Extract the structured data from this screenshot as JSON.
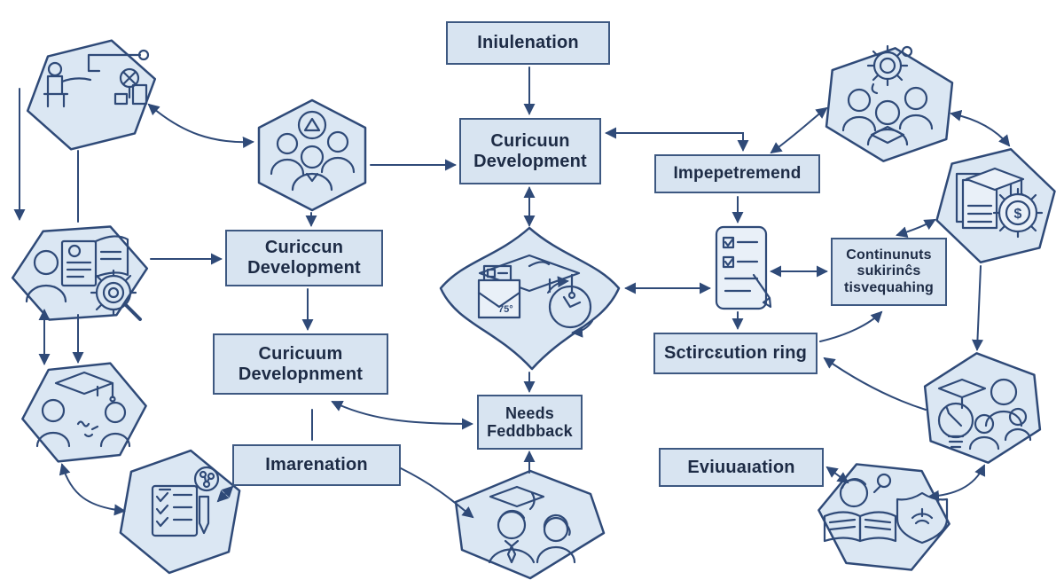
{
  "colors": {
    "background": "#ffffff",
    "node_fill": "#d8e4f1",
    "node_border": "#3d5881",
    "hexagon_fill": "#dbe7f3",
    "line_color": "#2f4a78",
    "text_color": "#1d2b45"
  },
  "boxes": {
    "initiation": "Iniulenation",
    "curriculum_dev_center": "Curicuun Development",
    "implementation_right": "Impepetremend",
    "curriculum_dev_left_top": "Curiccun Development",
    "curriculum_dev_left_bottom": "Curicuum Developnment",
    "needs_feedback": "Needs Feddbback",
    "implementation_left": "Imarenation",
    "continuous_monitoring": "Continunuts sukirinĉs tisvequahing",
    "structuring": "Sctircɛution ring",
    "evaluation": "Eviuuaıation"
  },
  "glyphs": {
    "dollar": "$",
    "protractor": "75°"
  },
  "icon_names": {
    "top_left_hexagon": "workstation-equipment-icon",
    "left_middle_hexagon": "person-book-gear-magnifier-icon",
    "left_lower_hexagon": "two-people-graduation-cap-icon",
    "bottom_left_hexagon": "checklist-pencil-network-icon",
    "center_left_hexagon": "three-people-triangle-badge-icon",
    "center_lens": "graduation-cap-envelope-clock-icon",
    "bottom_center_hexagon": "teacher-student-graduation-icon",
    "top_right_hexagon": "team-gear-book-icon",
    "right_upper_hexagon": "document-graduation-dollar-gear-icon",
    "right_lower_hexagon": "lightbulb-graduation-people-icon",
    "bottom_right_hexagon": "person-reading-shield-icon",
    "center_right_icon": "clipboard-checklist-pencil-icon"
  }
}
